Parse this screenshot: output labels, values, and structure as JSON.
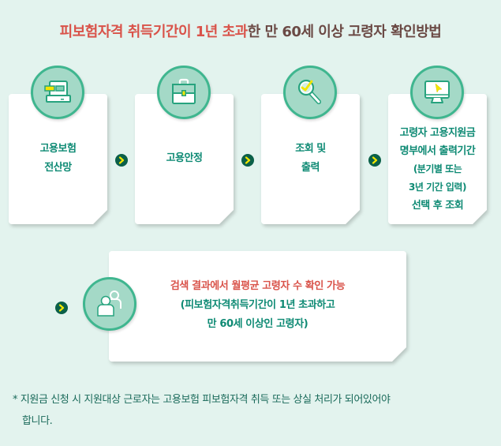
{
  "title": {
    "highlight": "피보험자격 취득기간이 1년 초과",
    "rest": "한 만 60세 이상 고령자 확인방법"
  },
  "colors": {
    "background": "#e3f3ee",
    "title_highlight": "#d9534a",
    "title_rest": "#6b4a45",
    "step_text": "#0e8a74",
    "circle_fill": "#a4d9c7",
    "circle_border": "#3fb68f",
    "arrow_bg": "#0b6049",
    "arrow_chevron": "#f2e600",
    "icon_accent": "#f2e600"
  },
  "steps": [
    {
      "icon": "computer-terminal-icon",
      "lines": [
        "고용보험",
        "전산망"
      ]
    },
    {
      "icon": "briefcase-icon",
      "lines": [
        "고용안정"
      ]
    },
    {
      "icon": "magnifier-check-icon",
      "lines": [
        "조회 및",
        "출력"
      ]
    },
    {
      "icon": "monitor-cursor-icon",
      "lines": [
        "고령자 고용지원금",
        "명부에서 출력기간",
        "(분기별 또는",
        "3년 기간 입력)",
        "선택 후 조회"
      ]
    }
  ],
  "arrows": [
    "chevron-right-icon",
    "chevron-right-icon",
    "chevron-right-icon",
    "chevron-right-icon"
  ],
  "result": {
    "icon": "users-icon",
    "line1": "검색 결과에서 월평균 고령자 수 확인 가능",
    "line2": "(피보험자격취득기간이 1년 초과하고",
    "line3": "만 60세 이상인 고령자)"
  },
  "note": {
    "line1": "* 지원금 신청 시 지원대상 근로자는 고용보험 피보험자격 취득 또는 상실 처리가 되어있어야",
    "line2": "합니다."
  }
}
